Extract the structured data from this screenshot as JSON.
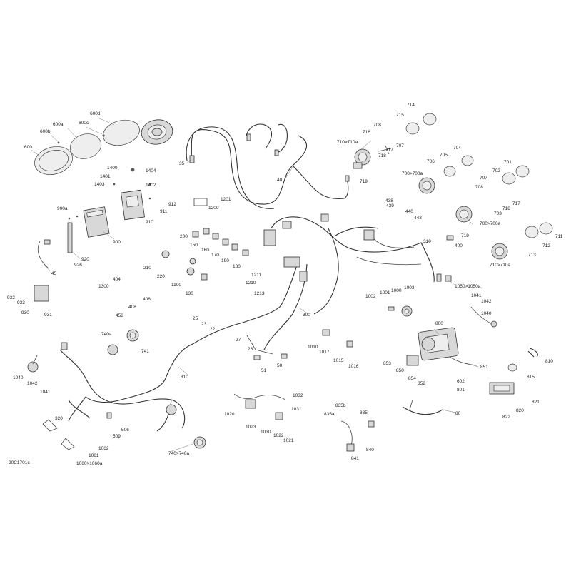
{
  "diagram": {
    "code": "20C1701c",
    "callouts": [
      "600",
      "600a",
      "600b",
      "600c",
      "600d",
      "35",
      "40",
      "714",
      "715",
      "708",
      "716",
      "717",
      "718",
      "707",
      "710>710a",
      "719",
      "704",
      "705",
      "706",
      "700>700a",
      "701",
      "702",
      "703",
      "717",
      "718",
      "708",
      "707",
      "719",
      "700>700a",
      "711",
      "712",
      "713",
      "710>710a",
      "400",
      "1400",
      "1401",
      "1403",
      "1404",
      "1402",
      "912",
      "911",
      "910",
      "1201",
      "1200",
      "900a",
      "900",
      "920",
      "926",
      "45",
      "438",
      "439",
      "440",
      "443",
      "310",
      "200",
      "150",
      "160",
      "170",
      "190",
      "180",
      "210",
      "220",
      "1100",
      "130",
      "404",
      "1300",
      "406",
      "408",
      "458",
      "1211",
      "1210",
      "1213",
      "932",
      "933",
      "930",
      "931",
      "1050>1050a",
      "1002",
      "1001",
      "1000",
      "1003",
      "1041",
      "1042",
      "1040",
      "25",
      "23",
      "22",
      "300",
      "27",
      "26",
      "51",
      "50",
      "740a",
      "741",
      "310",
      "1010",
      "1017",
      "1015",
      "1016",
      "800",
      "853",
      "850",
      "854",
      "852",
      "602",
      "801",
      "851",
      "810",
      "815",
      "1040",
      "1042",
      "1041",
      "820",
      "821",
      "822",
      "1032",
      "1031",
      "1020",
      "1023",
      "1030",
      "1022",
      "1021",
      "835b",
      "835a",
      "835",
      "840",
      "841",
      "80",
      "320",
      "506",
      "509",
      "1062",
      "1061",
      "1060>1060a",
      "740>740a"
    ]
  }
}
